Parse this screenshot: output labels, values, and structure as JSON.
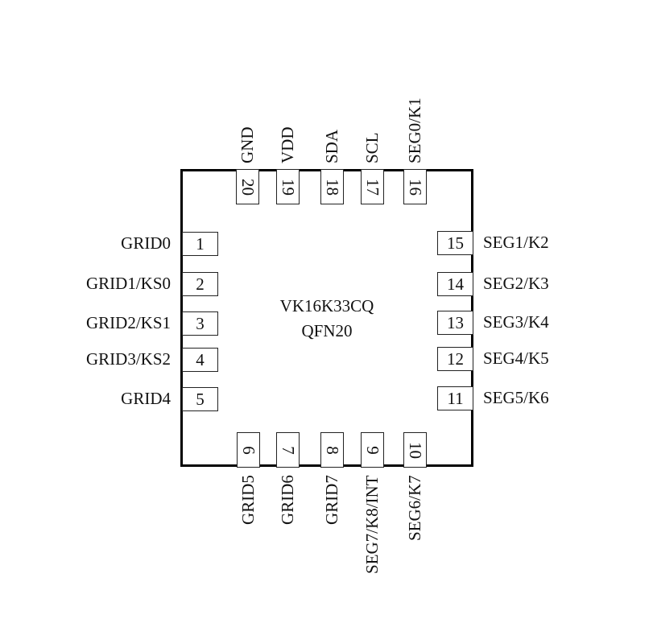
{
  "chip": {
    "part_number": "VK16K33CQ",
    "package": "QFN20"
  },
  "pins": {
    "left": [
      {
        "num": "1",
        "name": "GRID0"
      },
      {
        "num": "2",
        "name": "GRID1/KS0"
      },
      {
        "num": "3",
        "name": "GRID2/KS1"
      },
      {
        "num": "4",
        "name": "GRID3/KS2"
      },
      {
        "num": "5",
        "name": "GRID4"
      }
    ],
    "bottom": [
      {
        "num": "6",
        "name": "GRID5"
      },
      {
        "num": "7",
        "name": "GRID6"
      },
      {
        "num": "8",
        "name": "GRID7"
      },
      {
        "num": "9",
        "name": "SEG7/K8/INT"
      },
      {
        "num": "10",
        "name": "SEG6/K7"
      }
    ],
    "right": [
      {
        "num": "11",
        "name": "SEG5/K6"
      },
      {
        "num": "12",
        "name": "SEG4/K5"
      },
      {
        "num": "13",
        "name": "SEG3/K4"
      },
      {
        "num": "14",
        "name": "SEG2/K3"
      },
      {
        "num": "15",
        "name": "SEG1/K2"
      }
    ],
    "top": [
      {
        "num": "16",
        "name": "SEG0/K1"
      },
      {
        "num": "17",
        "name": "SCL"
      },
      {
        "num": "18",
        "name": "SDA"
      },
      {
        "num": "19",
        "name": "VDD"
      },
      {
        "num": "20",
        "name": "GND"
      }
    ]
  }
}
